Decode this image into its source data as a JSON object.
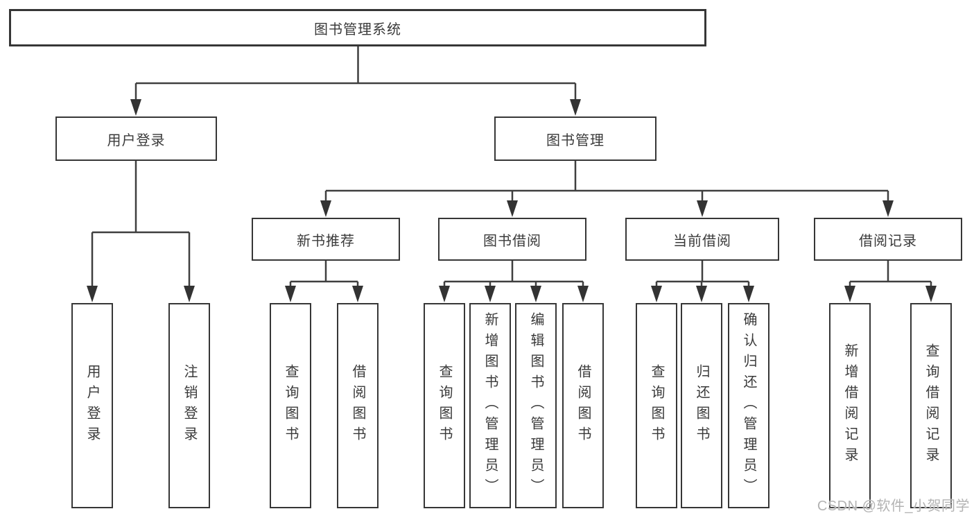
{
  "diagram": {
    "root": {
      "label": "图书管理系统"
    },
    "children": [
      {
        "label": "用户登录",
        "children": [
          {
            "label": "用户登录"
          },
          {
            "label": "注销登录"
          }
        ]
      },
      {
        "label": "图书管理",
        "children": [
          {
            "label": "新书推荐",
            "children": [
              {
                "label": "查询图书"
              },
              {
                "label": "借阅图书"
              }
            ]
          },
          {
            "label": "图书借阅",
            "children": [
              {
                "label": "查询图书"
              },
              {
                "label": "新增图书（管理员）"
              },
              {
                "label": "编辑图书（管理员）"
              },
              {
                "label": "借阅图书"
              }
            ]
          },
          {
            "label": "当前借阅",
            "children": [
              {
                "label": "查询图书"
              },
              {
                "label": "归还图书"
              },
              {
                "label": "确认归还（管理员）"
              }
            ]
          },
          {
            "label": "借阅记录",
            "children": [
              {
                "label": "新增借阅记录"
              },
              {
                "label": "查询借阅记录"
              }
            ]
          }
        ]
      }
    ]
  },
  "watermark": {
    "text": "CSDN @软件_小贺同学"
  },
  "colors": {
    "line": "#3f3f3f",
    "border": "#363636",
    "text": "#3a3a3a",
    "watermark": "#b3b3b3",
    "background": "#ffffff"
  }
}
